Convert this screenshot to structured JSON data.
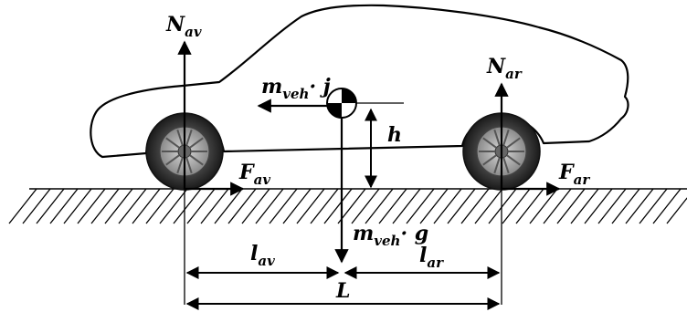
{
  "labels": {
    "n_av": {
      "main": "N",
      "sub": "av"
    },
    "n_ar": {
      "main": "N",
      "sub": "ar"
    },
    "inertia": {
      "main": "m",
      "sub": "veh",
      "tail": "· j"
    },
    "h": "h",
    "f_av": {
      "main": "F",
      "sub": "av"
    },
    "f_ar": {
      "main": "F",
      "sub": "ar"
    },
    "weight": {
      "main": "m",
      "sub": "veh",
      "tail": "· g"
    },
    "l_av": {
      "main": "l",
      "sub": "av"
    },
    "l_ar": {
      "main": "l",
      "sub": "ar"
    },
    "wheelbase": "L"
  }
}
